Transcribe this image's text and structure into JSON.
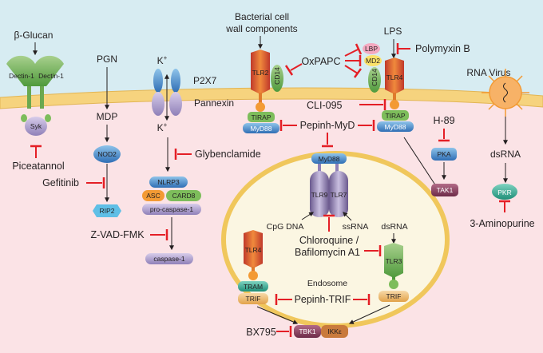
{
  "receptors": {
    "beta_glucan": "β-Glucan",
    "dectin1_left": "Dectin-1",
    "dectin1_right": "Dectin-1",
    "syk": "Syk",
    "pgn": "PGN",
    "mdp": "MDP",
    "nod2": "NOD2",
    "rip2": "RIP2",
    "k_plus_out": "K",
    "k_plus_in": "K",
    "plus": "+",
    "p2x7": "P2X7",
    "pannexin": "Pannexin",
    "nlrp3": "NLRP3",
    "asc": "ASC",
    "card8": "CARD8",
    "pro_caspase1": "pro-caspase-1",
    "caspase1": "caspase-1",
    "bacterial_1": "Bacterial cell",
    "bacterial_2": "wall components",
    "tlr2": "TLR2",
    "cd14_left": "CD14",
    "tirap_left": "TIRAP",
    "myd88_left": "MyD88",
    "lps": "LPS",
    "lbp": "LBP",
    "md2": "MD2",
    "cd14_right": "CD14",
    "tlr4_top": "TLR4",
    "tirap_right": "TIRAP",
    "myd88_right": "MyD88",
    "myd88_endo": "MyD88",
    "tlr9": "TLR9",
    "tlr7": "TLR7",
    "cpg_dna": "CpG DNA",
    "ssrna": "ssRNA",
    "dsrna_endo": "dsRNA",
    "tlr3": "TLR3",
    "tlr4_endo": "TLR4",
    "endosome": "Endosome",
    "tram": "TRAM",
    "trif_left": "TRIF",
    "trif_right": "TRIF",
    "tbk1": "TBK1",
    "ikke": "IKKε",
    "pka": "PKA",
    "tak1": "TAK1",
    "rna_virus": "RNA Virus",
    "dsrna_cyto": "dsRNA",
    "pkr": "PKR"
  },
  "inhibitors": {
    "piceatannol": "Piceatannol",
    "gefitinib": "Gefitinib",
    "z_vad_fmk": "Z-VAD-FMK",
    "glybenclamide": "Glybenclamide",
    "oxpapc": "OxPAPC",
    "polymyxin_b": "Polymyxin B",
    "cli_095": "CLI-095",
    "h_89": "H-89",
    "pepinh_myd": "Pepinh-MyD",
    "chloroquine_1": "Chloroquine /",
    "chloroquine_2": "Bafilomycin A1",
    "pepinh_trif": "Pepinh-TRIF",
    "bx795": "BX795",
    "aminopurine": "3-Aminopurine"
  },
  "colors": {
    "membrane": "#f6d37e",
    "cytoplasm": "#fbe3e6",
    "extracellular": "#d7ecf2",
    "inhibitor": "#e41f26",
    "endosome_fill": "#fbf6e2"
  }
}
